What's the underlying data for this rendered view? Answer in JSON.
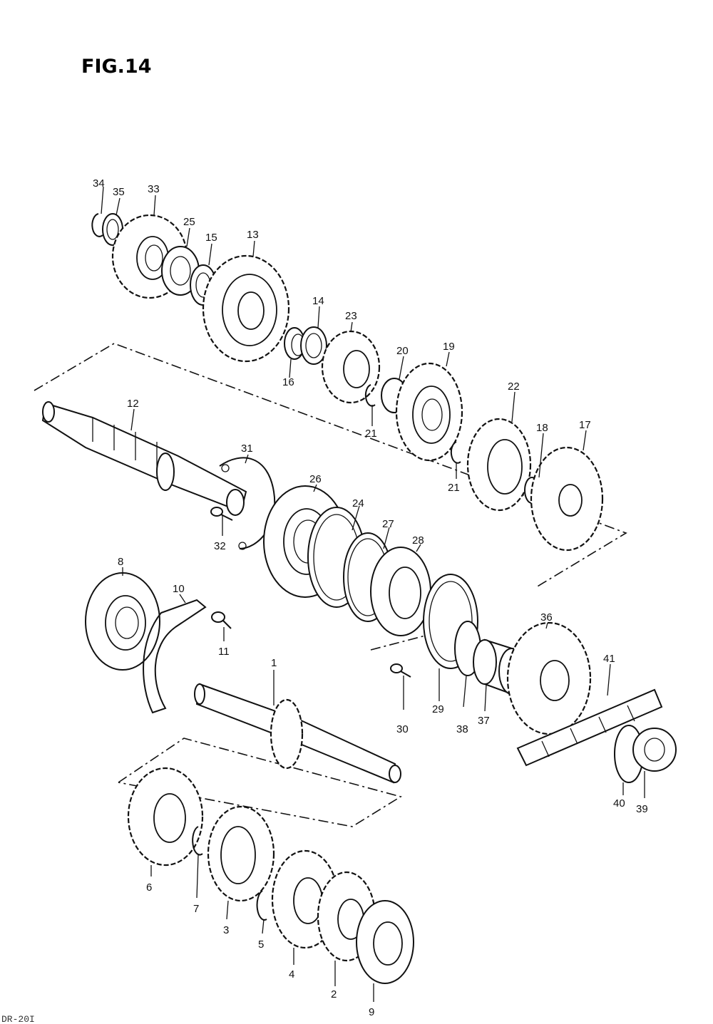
{
  "figure_title": "FIG.14",
  "footer_code": "DR-20I",
  "callouts": [
    "34",
    "35",
    "33",
    "25",
    "15",
    "13",
    "14",
    "23",
    "16",
    "20",
    "19",
    "21",
    "22",
    "18",
    "17",
    "21",
    "12",
    "31",
    "26",
    "24",
    "27",
    "28",
    "32",
    "8",
    "10",
    "11",
    "36",
    "41",
    "30",
    "29",
    "38",
    "37",
    "1",
    "40",
    "39",
    "6",
    "7",
    "3",
    "5",
    "4",
    "2",
    "9"
  ]
}
